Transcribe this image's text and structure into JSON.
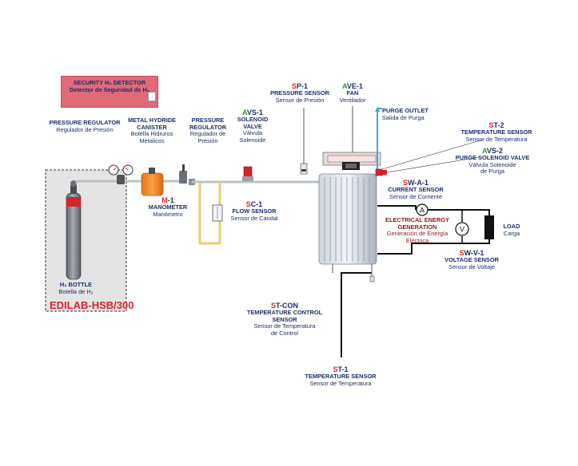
{
  "security_detector": {
    "title": "SECURITY H₂ DETECTOR",
    "subtitle": "Detector de Seguridad de H₂"
  },
  "pressure_regulator_1": {
    "title": "PRESSURE REGULATOR",
    "subtitle": "Regulador de Presión"
  },
  "metal_hydride": {
    "title_1": "METAL HYDRIDE",
    "title_2": "CANISTER",
    "subtitle_1": "Botella Hidruros",
    "subtitle_2": "Metalicos"
  },
  "pressure_regulator_2": {
    "title_1": "PRESSURE",
    "title_2": "REGULATOR",
    "subtitle_1": "Regulador de",
    "subtitle_2": "Presión"
  },
  "manometer": {
    "tag_prefix": "M",
    "tag_suffix": "-1",
    "title": "MANOMETER",
    "subtitle": "Manómetro"
  },
  "h2_bottle": {
    "title": "H₂ BOTTLE",
    "subtitle": "Botella de H₂"
  },
  "product_code": "EDILAB-HSB/300",
  "avs1": {
    "tag_prefix": "A",
    "tag_suffix": "VS-1",
    "title_1": "SOLENOID",
    "title_2": "VALVE",
    "subtitle_1": "Válvula",
    "subtitle_2": "Solenoide"
  },
  "sp1": {
    "tag_prefix": "S",
    "tag_suffix": "P-1",
    "title": "PRESSURE SENSOR",
    "subtitle": "Sensor de Presión"
  },
  "ave1": {
    "tag_prefix": "A",
    "tag_suffix": "VE-1",
    "title": "FAN",
    "subtitle": "Ventilador"
  },
  "purge_outlet": {
    "title": "PURGE OUTLET",
    "subtitle": "Salida de Purga"
  },
  "st2": {
    "tag_prefix": "S",
    "tag_suffix": "T-2",
    "title": "TEMPERATURE SENSOR",
    "subtitle": "Sensor de Temperatura"
  },
  "avs2": {
    "tag_prefix": "A",
    "tag_suffix": "VS-2",
    "title": "PURGE SOLENOID VALVE",
    "subtitle_1": "Válvula Solenoide",
    "subtitle_2": "de Purga"
  },
  "sc1": {
    "tag_prefix": "S",
    "tag_suffix": "C-1",
    "title": "FLOW SENSOR",
    "subtitle": "Sensor de Caudal"
  },
  "swa1": {
    "tag_prefix": "S",
    "tag_suffix": "W-A-1",
    "title": "CURRENT SENSOR",
    "subtitle": "Sensor de Corriente"
  },
  "generation": {
    "title_1": "ELECTRICAL ENERGY",
    "title_2": "GENERATION",
    "subtitle_1": "Generación de Energía",
    "subtitle_2": "Eléctrica"
  },
  "load": {
    "title": "LOAD",
    "subtitle": "Carga"
  },
  "swv1": {
    "tag_prefix": "S",
    "tag_suffix": "W-V-1",
    "title": "VOLTAGE SENSOR",
    "subtitle": "Sensor de Voltaje"
  },
  "stcon": {
    "tag_prefix": "S",
    "tag_suffix": "T-CON",
    "title_1": "TEMPERATURE CONTROL",
    "title_2": "SENSOR",
    "subtitle_1": "Sensor de Temperatura",
    "subtitle_2": "de Control"
  },
  "st1": {
    "tag_prefix": "S",
    "tag_suffix": "T-1",
    "title": "TEMPERATURE SENSOR",
    "subtitle": "Sensor de Temperatura"
  },
  "ammeter_symbol": "A",
  "voltmeter_symbol": "V"
}
